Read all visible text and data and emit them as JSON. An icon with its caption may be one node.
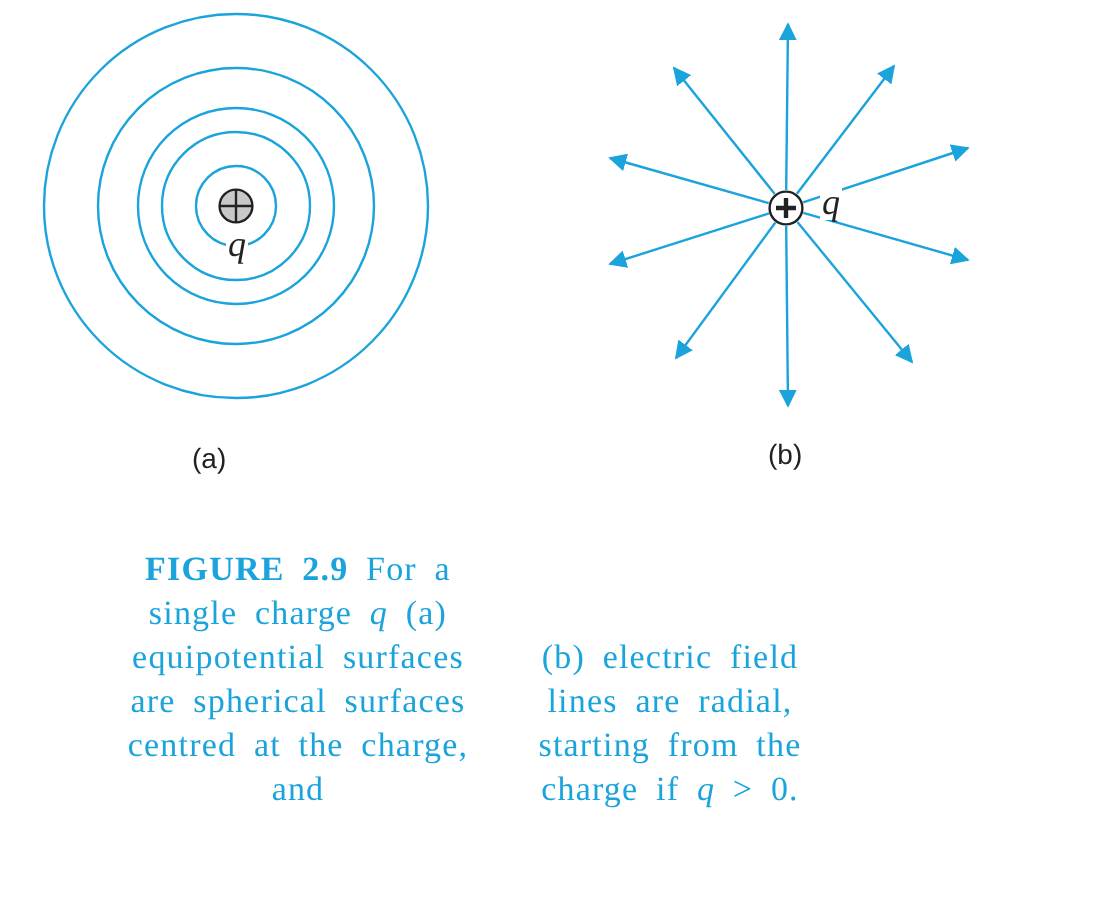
{
  "diagram": {
    "caption": "**FIGURE 2.9** For a single charge *q* (a) equipotential surfaces are spherical surfaces centred at the charge, and",
    "nodes": [
      {
        "text": [],
        "shape": "circle",
        "beside": [
          "q"
        ]
      },
      {
        "text": [],
        "shape": "circle",
        "beside": [
          "q"
        ]
      }
    ],
    "edges": [
      {
        "from": 1,
        "to": null,
        "arrow": "to"
      },
      {
        "from": 1,
        "to": null,
        "arrow": "to"
      },
      {
        "from": 1,
        "to": null,
        "arrow": "to"
      },
      {
        "from": 1,
        "to": null,
        "arrow": "to"
      },
      {
        "from": 1,
        "to": null,
        "arrow": "to"
      },
      {
        "from": 1,
        "to": null,
        "arrow": "to"
      },
      {
        "from": 1,
        "to": null,
        "arrow": "to"
      },
      {
        "from": 1,
        "to": null,
        "arrow": "to"
      },
      {
        "from": 1,
        "to": null,
        "arrow": "to"
      },
      {
        "from": 1,
        "to": null,
        "arrow": "to"
      }
    ],
    "labels": [
      "(a)",
      "(b)",
      "(b) electric field lines are radial, starting from the charge if *q* > 0."
    ]
  }
}
